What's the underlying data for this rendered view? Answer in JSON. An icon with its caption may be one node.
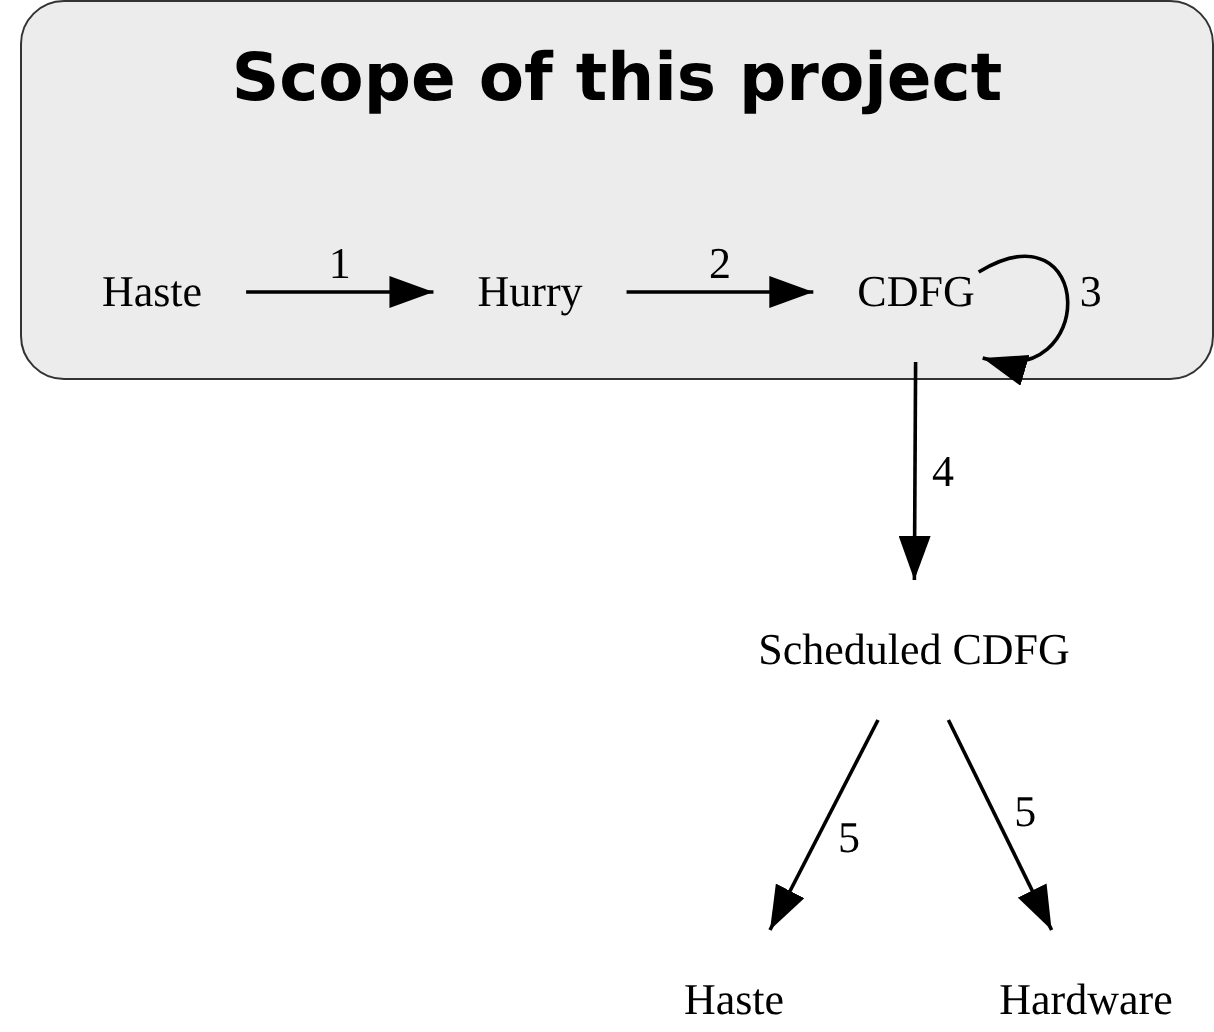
{
  "diagram": {
    "nodes": [
      {
        "text": [
          "Scope of this project"
        ]
      },
      {
        "text": [
          "Haste"
        ],
        "in": 0
      },
      {
        "text": [
          "Hurry"
        ],
        "in": 0
      },
      {
        "text": [
          "CDFG"
        ],
        "in": 0
      },
      {
        "text": [
          "Scheduled CDFG"
        ]
      },
      {
        "text": [
          "Haste"
        ]
      },
      {
        "text": [
          "Hardware"
        ]
      }
    ],
    "edges": [
      {
        "from": 1,
        "to": 2,
        "arrow": "to",
        "label": "1"
      },
      {
        "from": 2,
        "to": 3,
        "arrow": "to",
        "label": "2"
      },
      {
        "from": 3,
        "to": 3,
        "arrow": "to",
        "label": "3"
      },
      {
        "from": 3,
        "to": 4,
        "arrow": "to",
        "label": "4"
      },
      {
        "from": 4,
        "to": 5,
        "arrow": "to",
        "label": "5"
      },
      {
        "from": 4,
        "to": 6,
        "arrow": "to",
        "label": "5"
      }
    ]
  }
}
